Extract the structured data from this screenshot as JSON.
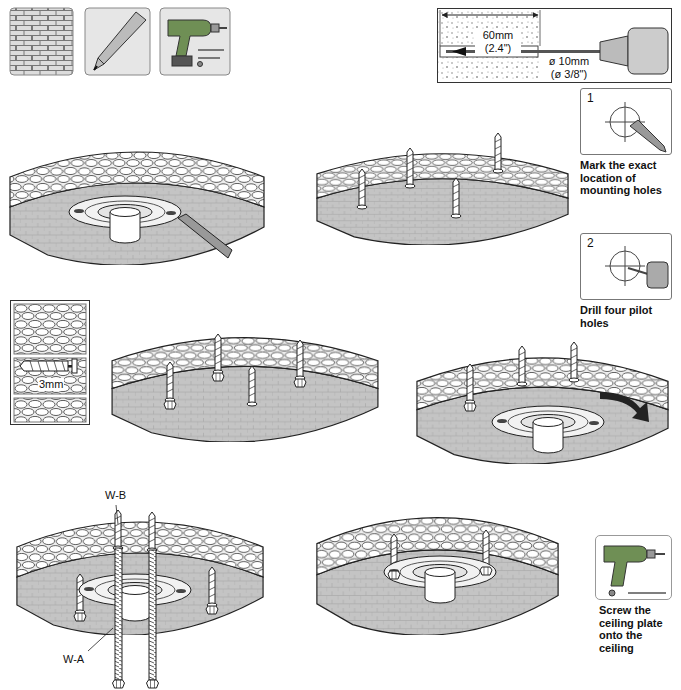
{
  "diagram": {
    "nodes": [
      {
        "text": [
          "60mm (2.4\")",
          "ø 10mm (ø 3/8\")"
        ]
      },
      {
        "text": [
          "1",
          "Mark the exact location of mounting holes"
        ]
      },
      {
        "text": [
          "2",
          "Drill four pilot holes"
        ]
      },
      {
        "text": [
          "3mm"
        ]
      },
      {
        "text": [
          "Screw the ceiling plate onto the ceiling"
        ]
      }
    ],
    "labels": [
      "W-B",
      "W-A"
    ]
  }
}
